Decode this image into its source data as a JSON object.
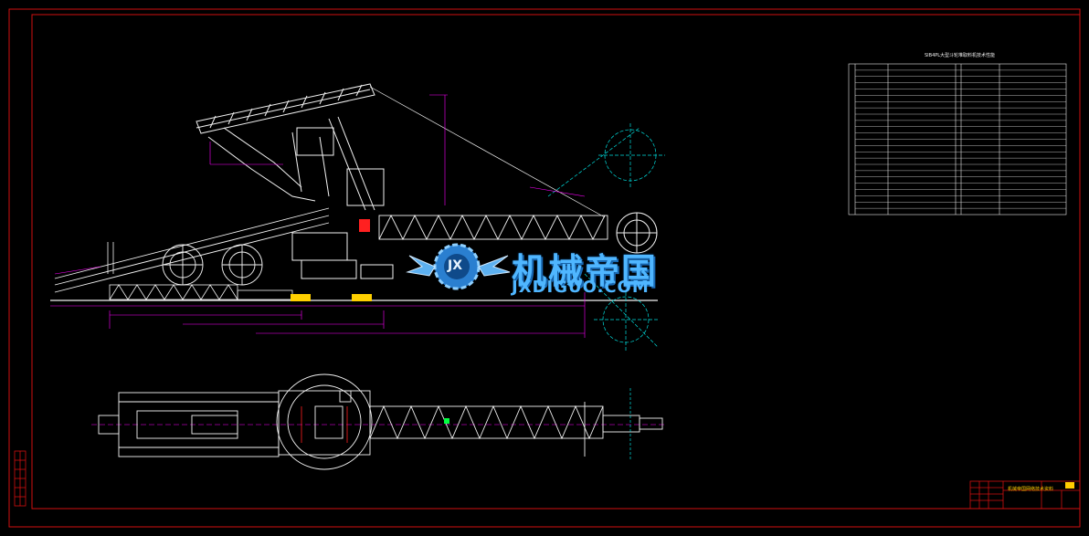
{
  "drawing": {
    "colors": {
      "background": "#000000",
      "frame": "#d01010",
      "structure": "#f2f2f2",
      "dimension": "#ff00ff",
      "centerline": "#00e0e0",
      "hatch": "#ffd000",
      "accent_red": "#ff2020",
      "green": "#00ff40"
    },
    "title_block_label": "机械帝国网络技术资料"
  },
  "spec_table": {
    "title": "SIB4PL大型斗轮堆取料机技术性能"
  },
  "watermark": {
    "brand": "机械帝国",
    "url": "JXDIGUO.COM",
    "logo_text": "JX"
  }
}
